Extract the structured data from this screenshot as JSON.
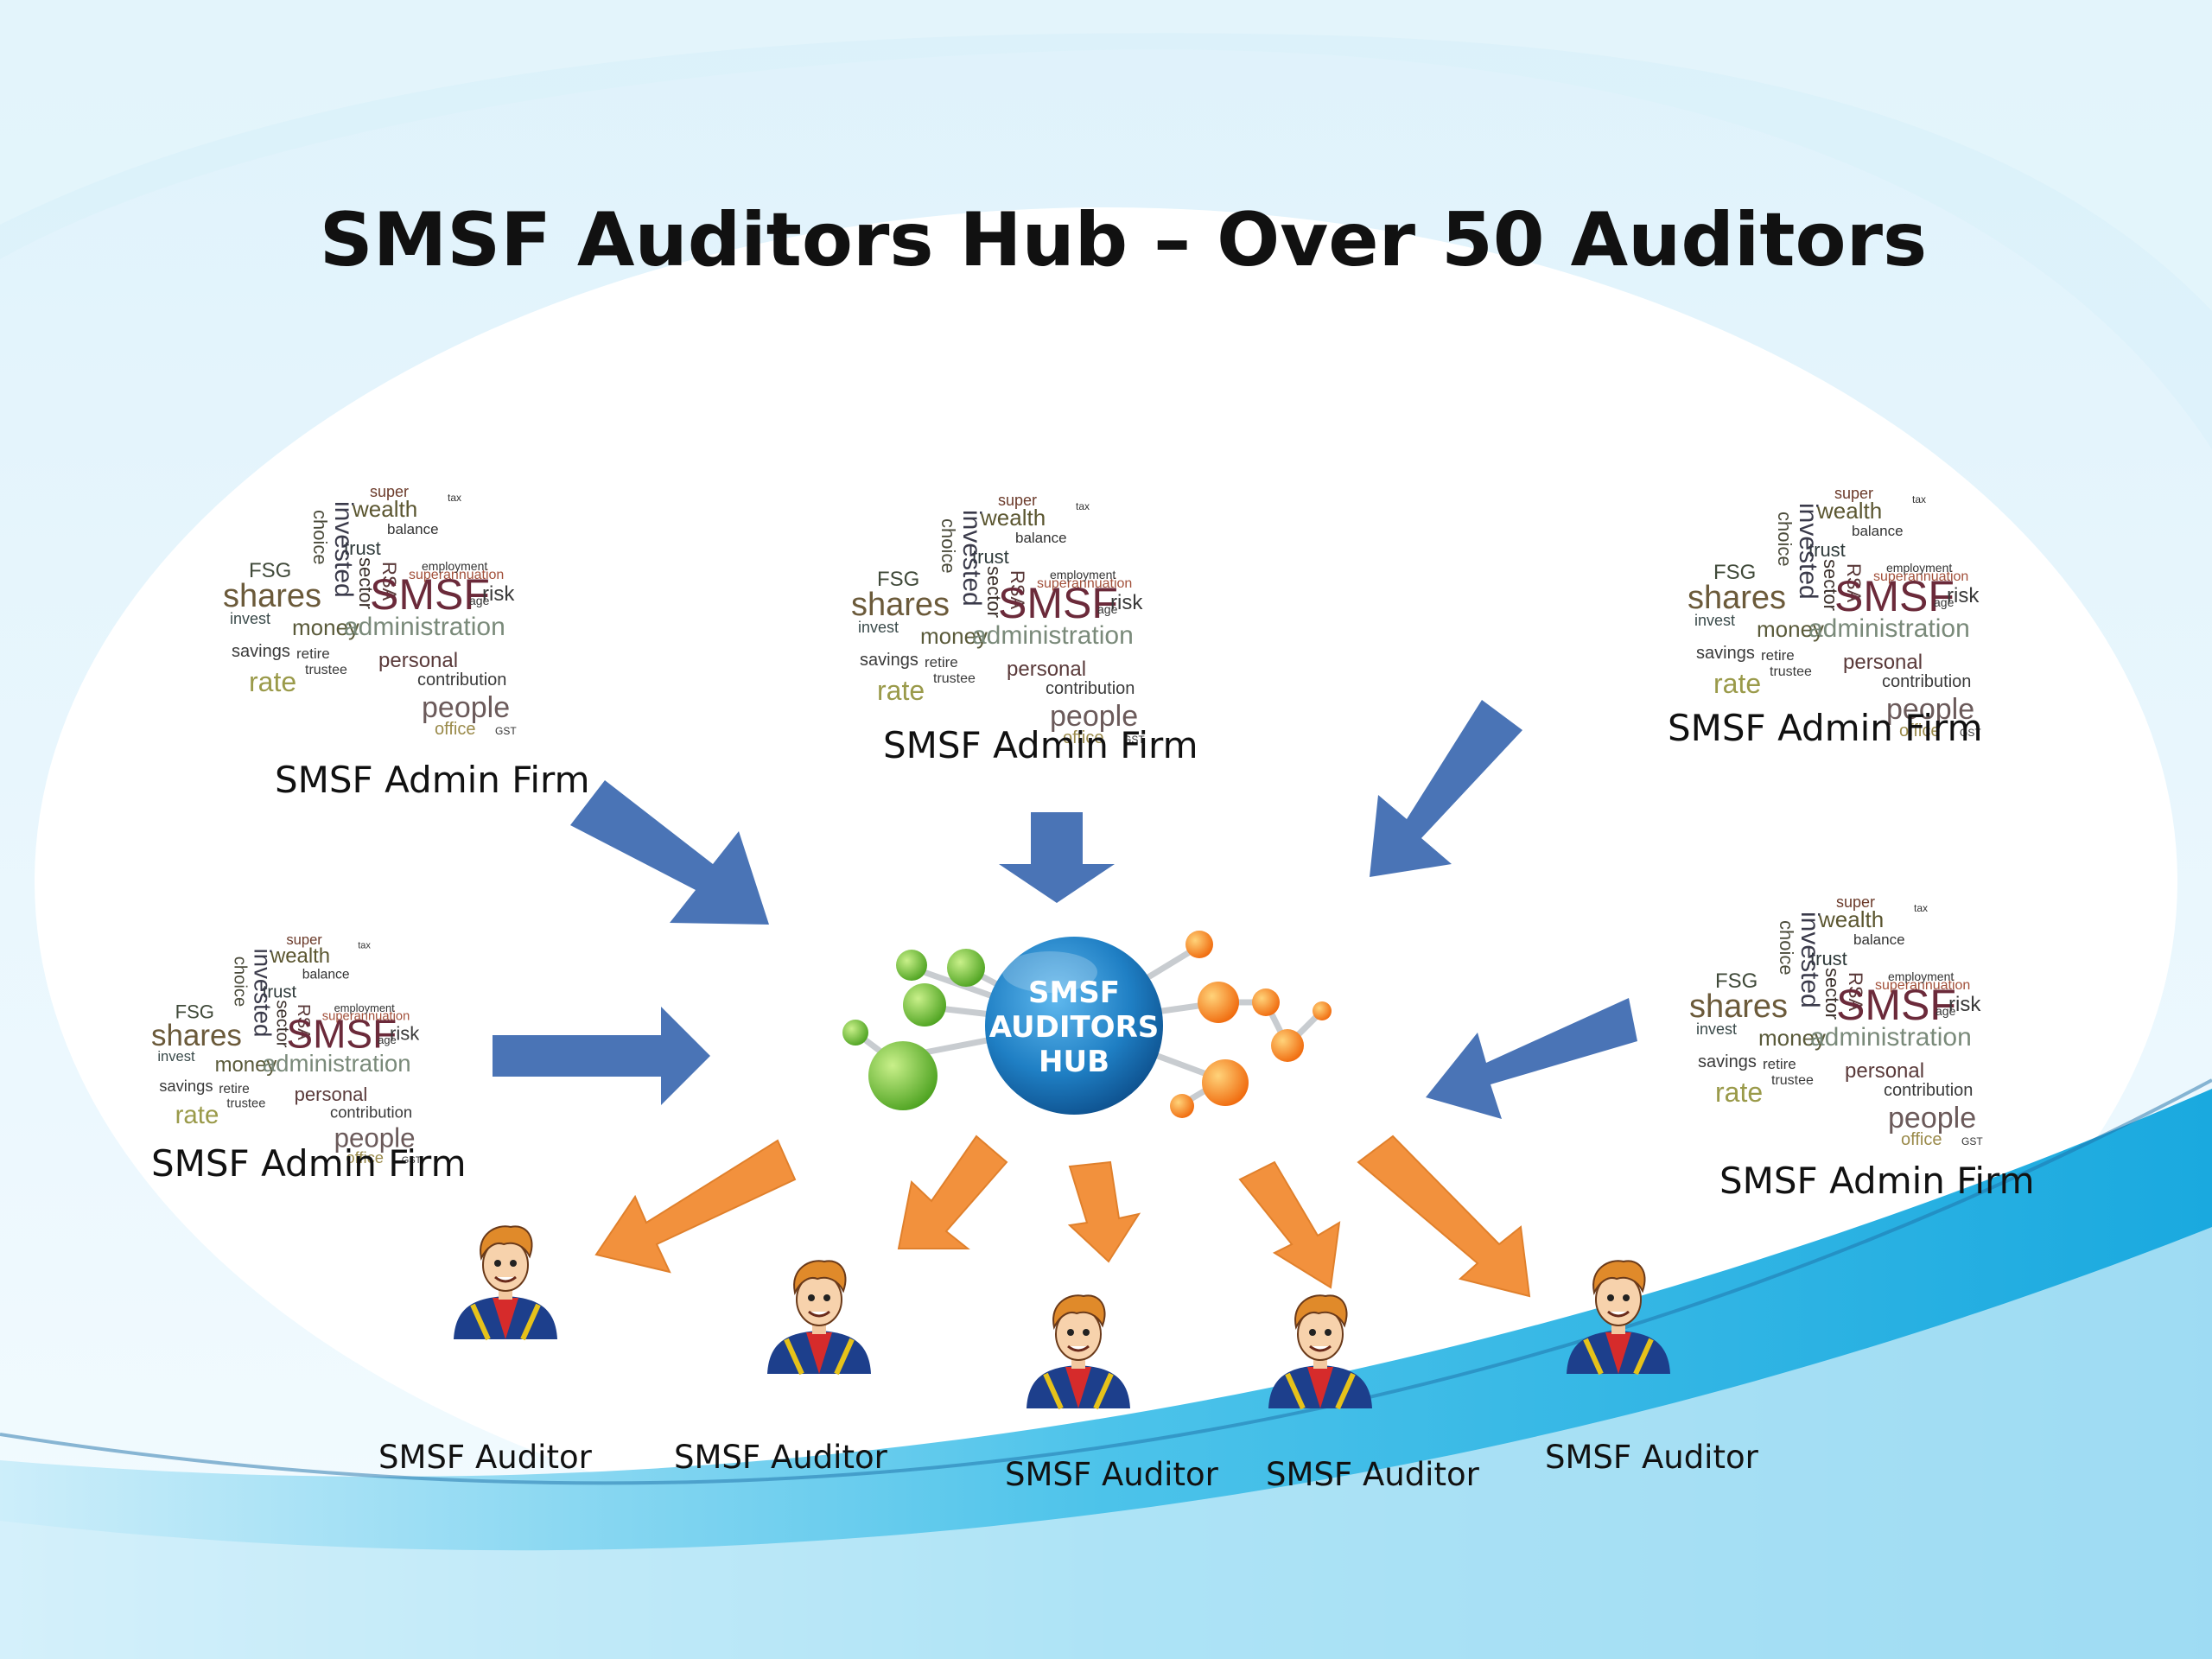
{
  "slide": {
    "title": "SMSF Auditors Hub – Over 50 Auditors"
  },
  "hub": {
    "lines": [
      "SMSF",
      "AUDITORS",
      "HUB"
    ],
    "color": "#1f7fc4"
  },
  "colors": {
    "firm_arrow": "#4a74b6",
    "auditor_arrow": "#f2913d",
    "wave": "#2cb6e5"
  },
  "word_cloud": {
    "words": [
      "super",
      "wealth",
      "balance",
      "trust",
      "FSG",
      "shares",
      "invested",
      "choice",
      "sector",
      "RSA",
      "SMSF",
      "risk",
      "invest",
      "money",
      "administration",
      "savings",
      "retire",
      "trustee",
      "personal",
      "contribution",
      "rate",
      "people",
      "office",
      "GST",
      "superannuation",
      "employment",
      "age",
      "tax"
    ]
  },
  "firms": [
    {
      "label": "SMSF Admin Firm"
    },
    {
      "label": "SMSF Admin Firm"
    },
    {
      "label": "SMSF Admin Firm"
    },
    {
      "label": "SMSF Admin Firm"
    },
    {
      "label": "SMSF Admin Firm"
    }
  ],
  "auditors": [
    {
      "label": "SMSF Auditor"
    },
    {
      "label": "SMSF Auditor"
    },
    {
      "label": "SMSF Auditor"
    },
    {
      "label": "SMSF Auditor"
    },
    {
      "label": "SMSF Auditor"
    }
  ]
}
